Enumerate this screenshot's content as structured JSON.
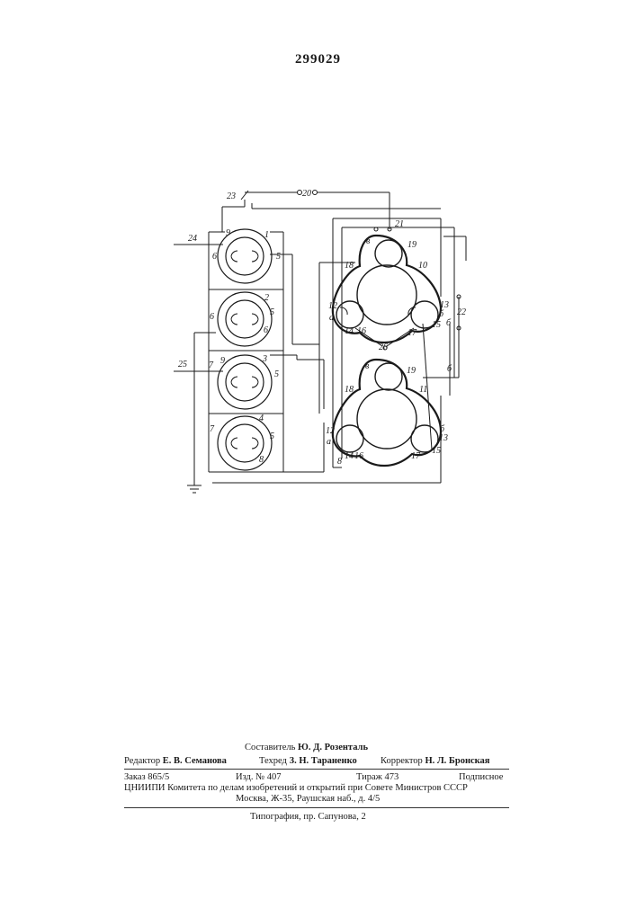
{
  "header": {
    "patent_number": "299029"
  },
  "diagram": {
    "labels": {
      "l1": "1",
      "l2": "2",
      "l3": "3",
      "l4": "4",
      "l5a": "5",
      "l5b": "5",
      "l5c": "5",
      "l5d": "5",
      "l6a": "6",
      "l6b": "6",
      "l6c": "6",
      "l7a": "7",
      "l7b": "7",
      "l8a": "8",
      "l8b": "8",
      "l9a": "9",
      "l9b": "9",
      "l10": "10",
      "l11": "11",
      "l12a": "12",
      "l12b": "12",
      "l13a": "13",
      "l13b": "13",
      "l14a": "14",
      "l14b": "14",
      "l15a": "15",
      "l15b": "15",
      "l16a": "16",
      "l16b": "16",
      "l17a": "17",
      "l17b": "17",
      "l18a": "18",
      "l18b": "18",
      "l19a": "19",
      "l19b": "19",
      "l20": "20",
      "l21": "21",
      "l22": "22",
      "l23": "23",
      "l24": "24",
      "l25": "25",
      "l26": "26",
      "la1": "а",
      "la2": "а",
      "lb1": "б",
      "lb2": "б",
      "lb3": "б",
      "lb4": "б",
      "lv1": "в",
      "lv2": "в"
    }
  },
  "footer": {
    "compiler": "Составитель Ю. Д. Розенталь",
    "editor": "Редактор Е. В. Семанова",
    "techred": "Техред З. Н. Тараненко",
    "corrector": "Корректор Н. Л. Бронская",
    "order": "Заказ 865/5",
    "izd": "Изд. № 407",
    "tirazh": "Тираж 473",
    "podpisnoe": "Подписное",
    "org_line1": "ЦНИИПИ Комитета по делам изобретений и открытий при Совете Министров СССР",
    "org_line2": "Москва, Ж-35, Раушская наб., д. 4/5",
    "typography": "Типография, пр. Сапунова, 2"
  }
}
